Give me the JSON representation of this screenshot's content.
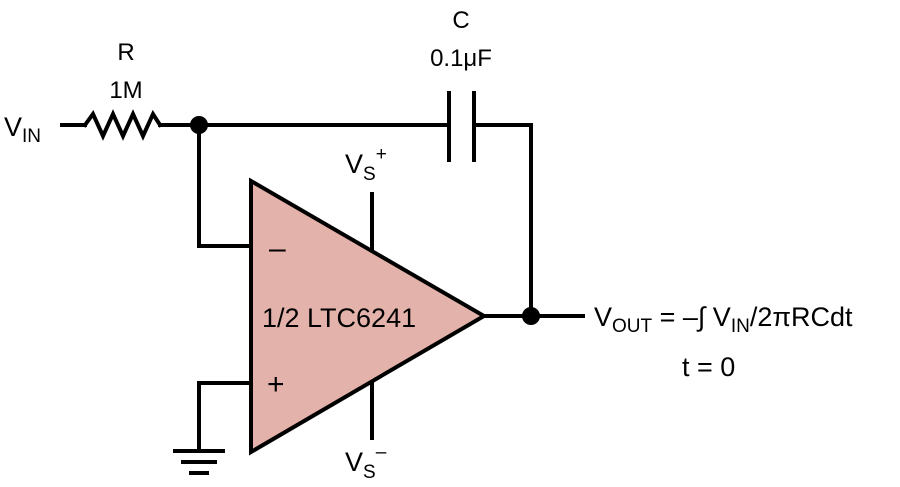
{
  "colors": {
    "opamp_fill": "#e3b2aa",
    "wire": "#000000",
    "background": "#ffffff"
  },
  "resistor": {
    "ref": "R",
    "value": "1M"
  },
  "capacitor": {
    "ref": "C",
    "value": "0.1μF"
  },
  "input": {
    "base": "V",
    "sub": "IN"
  },
  "opamp": {
    "label": "1/2 LTC6241",
    "inverting_sign": "–",
    "noninverting_sign": "+"
  },
  "supply_pos": {
    "base": "V",
    "sub": "S",
    "sup": "+"
  },
  "supply_neg": {
    "base": "V",
    "sub": "S",
    "sup": "–"
  },
  "output": {
    "base": "V",
    "sub": "OUT",
    "eq_pre": " = –∫ V",
    "eq_sub": "IN",
    "eq_post": "/2πRCdt"
  },
  "condition": "t = 0",
  "icons": [
    "resistor-icon",
    "capacitor-icon",
    "opamp-icon",
    "ground-icon",
    "junction-dot-icon"
  ]
}
